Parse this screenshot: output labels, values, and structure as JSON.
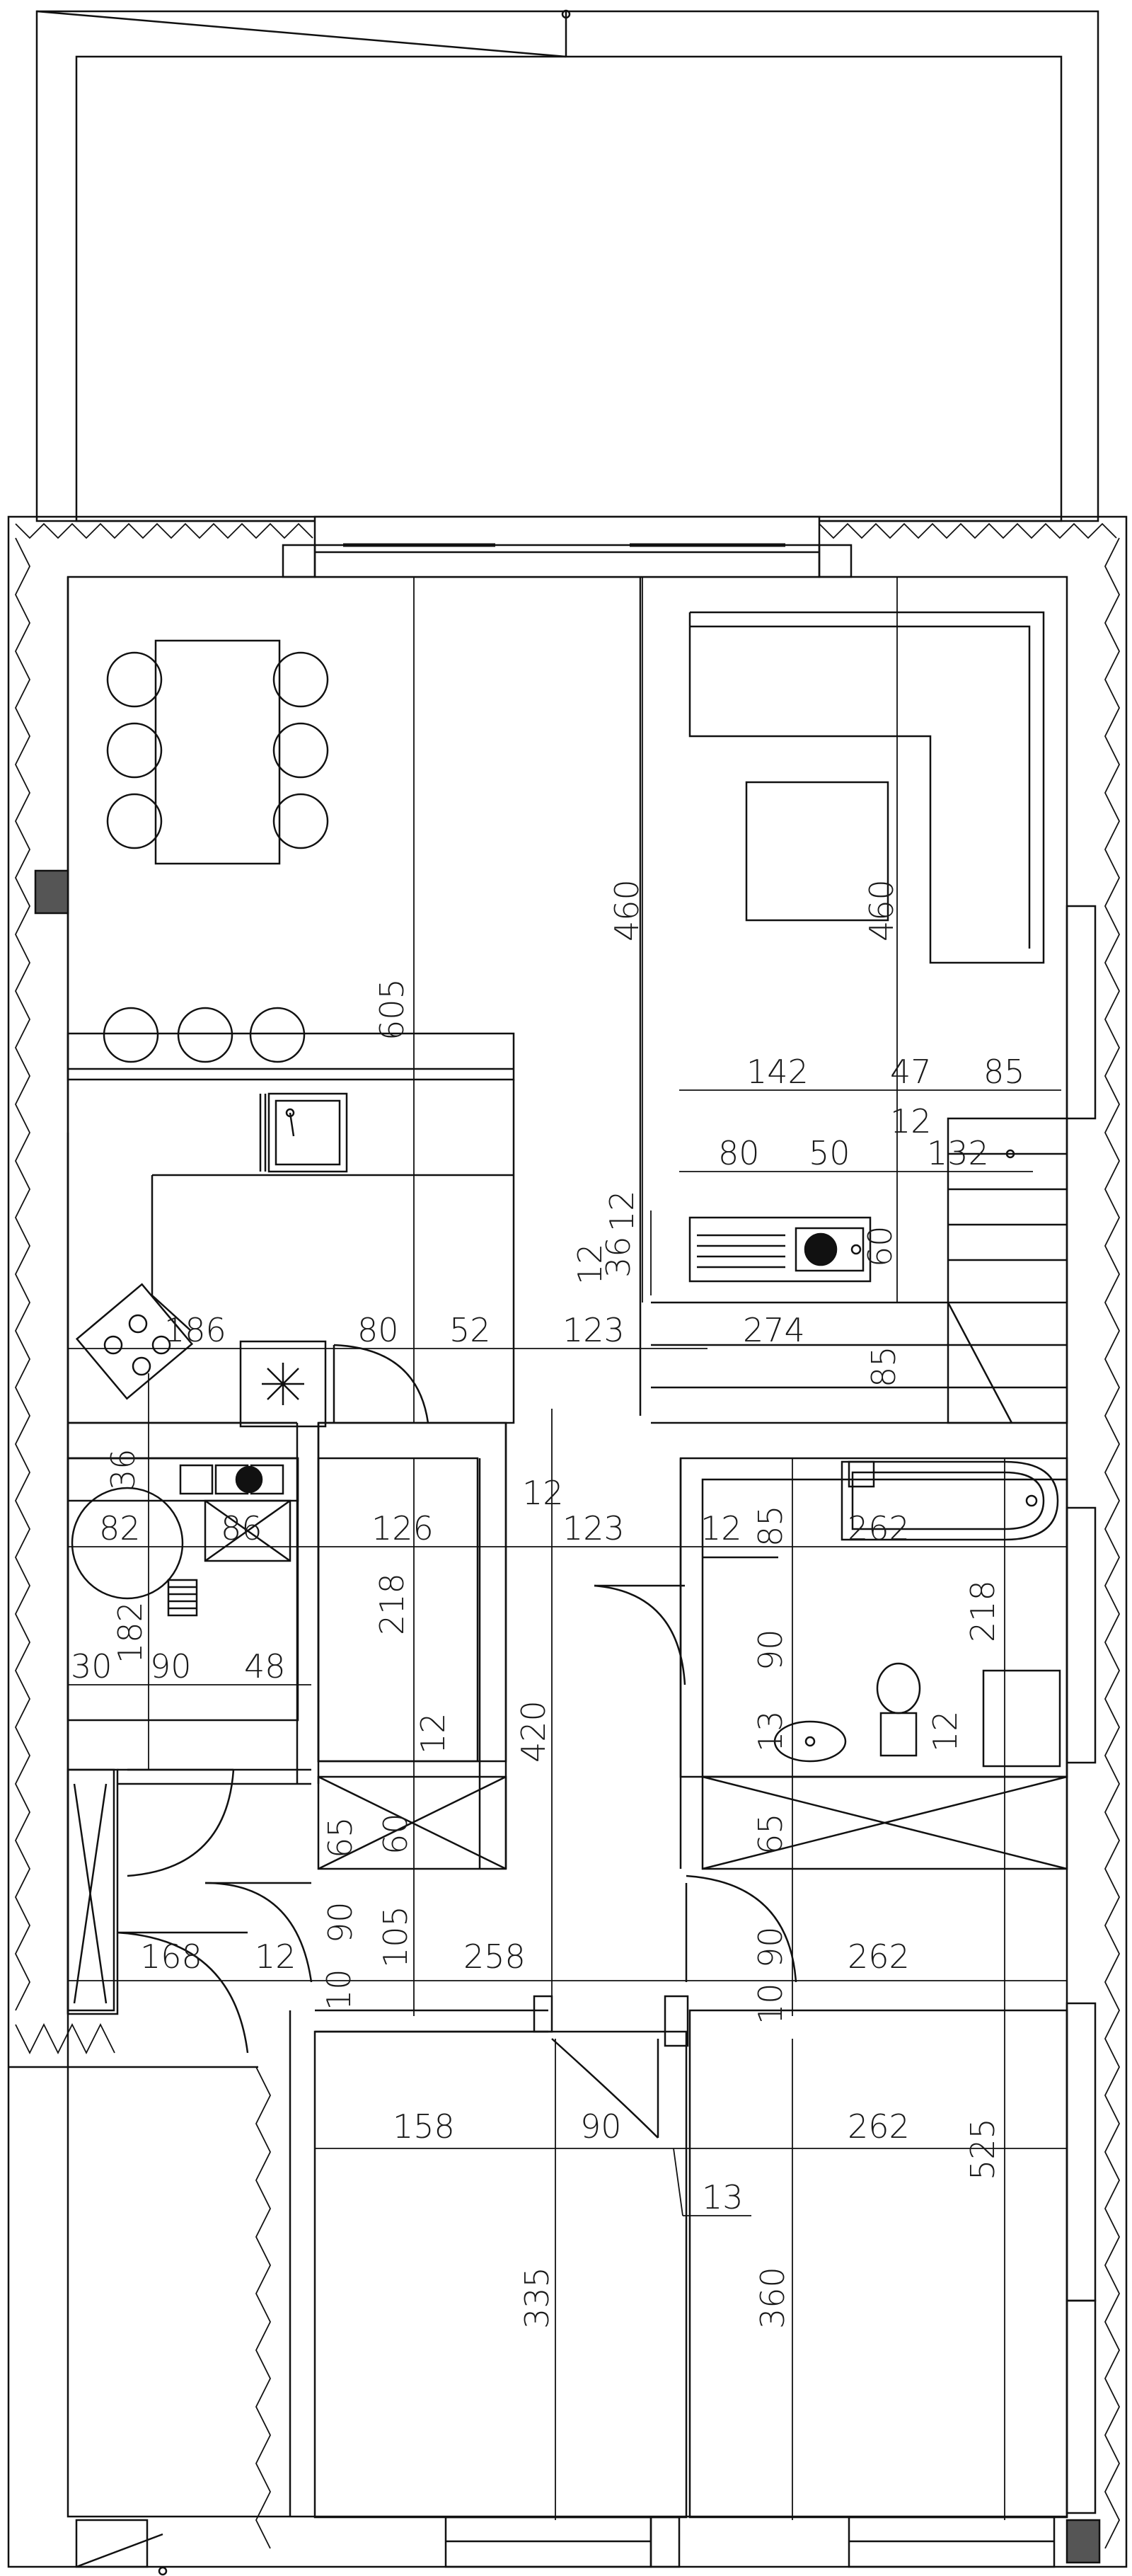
{
  "dimensions": {
    "d605": "605",
    "d460a": "460",
    "d460b": "460",
    "d142": "142",
    "d47": "47",
    "d85a": "85",
    "d12a": "12",
    "d80a": "80",
    "d50": "50",
    "d132": "132",
    "d12b": "12",
    "d36": "36",
    "d12c": "12",
    "d60": "60",
    "d186": "186",
    "d80b": "80",
    "d52": "52",
    "d123a": "123",
    "d274": "274",
    "d85b": "85",
    "d82": "82",
    "d86": "86",
    "d36b": "36",
    "d126": "126",
    "d12d": "12",
    "d123b": "123",
    "d12e": "12",
    "d85c": "85",
    "d262a": "262",
    "d182": "182",
    "d218a": "218",
    "d218b": "218",
    "d90a": "90",
    "d30": "30",
    "d90b": "90",
    "d48": "48",
    "d420": "420",
    "d12f": "12",
    "d13a": "13",
    "d12g": "12",
    "d65a": "65",
    "d60b": "60",
    "d65b": "65",
    "d90c": "90",
    "d105": "105",
    "d90d": "90",
    "d168": "168",
    "d12h": "12",
    "d258": "258",
    "d262b": "262",
    "d10a": "10",
    "d10b": "10",
    "d158": "158",
    "d90e": "90",
    "d262c": "262",
    "d13b": "13",
    "d335": "335",
    "d360": "360",
    "d525": "525"
  }
}
